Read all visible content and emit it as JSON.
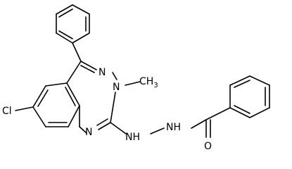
{
  "molecule": {
    "atoms": {
      "n_top": "N",
      "n_methyl": "N",
      "methyl": "CH",
      "methyl_subscript": "3",
      "n_lower": "N",
      "nh_left": "NH",
      "nh_right": "NH",
      "carbonyl_o": "O",
      "chloro": "Cl"
    }
  }
}
